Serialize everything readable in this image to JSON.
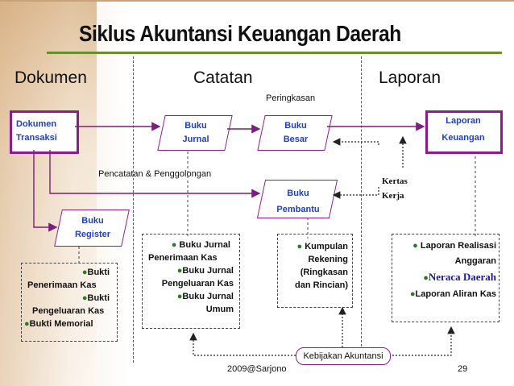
{
  "title": "Siklus Akuntansi Keuangan Daerah",
  "columns": {
    "dokumen": "Dokumen",
    "catatan": "Catatan",
    "laporan": "Laporan"
  },
  "labels": {
    "peringkasan": "Peringkasan",
    "pencatatan": "Pencatatan & Penggolongan",
    "kertas_kerja_1": "Kertas",
    "kertas_kerja_2": "Kerja",
    "kebijakan": "Kebijakan Akuntansi",
    "footer": "2009@Sarjono",
    "page": "29"
  },
  "nodes": {
    "dokumen_transaksi": [
      "Dokumen",
      "Transaksi"
    ],
    "buku_jurnal": [
      "Buku",
      "Jurnal"
    ],
    "buku_besar": [
      "Buku",
      "Besar"
    ],
    "buku_pembantu": [
      "Buku",
      "Pembantu"
    ],
    "buku_register": [
      "Buku",
      "Register"
    ],
    "laporan_keuangan": [
      "Laporan",
      "Keuangan"
    ]
  },
  "lists": {
    "dokumen": [
      "Bukti",
      "Penerimaan Kas",
      "Bukti",
      "Pengeluaran Kas",
      "Bukti Memorial"
    ],
    "jurnal": [
      "Buku Jurnal",
      "Penerimaan Kas",
      "Buku Jurnal",
      "Pengeluaran Kas",
      "Buku Jurnal",
      "Umum"
    ],
    "besar": [
      "Kumpulan",
      "Rekening",
      "(Ringkasan",
      "dan Rincian)"
    ],
    "laporan": [
      "Laporan Realisasi",
      "Anggaran",
      "Neraca Daerah",
      "Laporan Aliran Kas"
    ]
  },
  "colors": {
    "accent": "#8b1c8b",
    "label_blue": "#1f3fbf",
    "title_line": "#6a8e2e"
  }
}
